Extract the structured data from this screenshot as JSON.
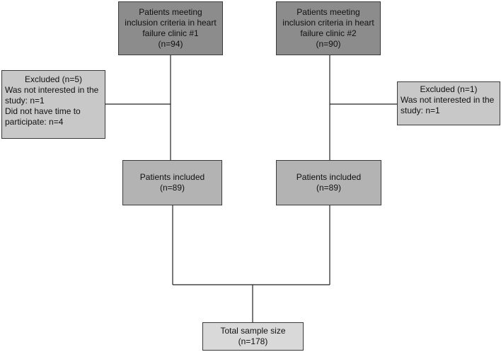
{
  "clinic1": {
    "lines": [
      "Patients meeting",
      "inclusion criteria in heart",
      "failure clinic #1",
      "(n=94)"
    ]
  },
  "clinic2": {
    "lines": [
      "Patients meeting",
      "inclusion criteria in heart",
      "failure clinic #2",
      "(n=90)"
    ]
  },
  "excluded1": {
    "title": "Excluded (n=5)",
    "lines": [
      "Was not interested in the",
      "study: n=1",
      "Did not have time to",
      "participate: n=4"
    ]
  },
  "excluded2": {
    "title": "Excluded (n=1)",
    "lines": [
      "Was not interested in the",
      "study: n=1"
    ]
  },
  "included1": {
    "lines": [
      "Patients included",
      "(n=89)"
    ]
  },
  "included2": {
    "lines": [
      "Patients included",
      "(n=89)"
    ]
  },
  "total": {
    "lines": [
      "Total sample size",
      "(n=178)"
    ]
  }
}
